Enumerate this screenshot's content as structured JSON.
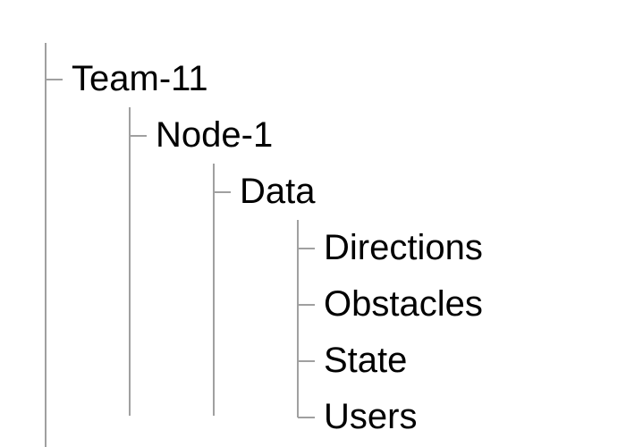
{
  "tree": {
    "root": "Team-11",
    "child": "Node-1",
    "grandchild": "Data",
    "leaves": [
      "Directions",
      "Obstacles",
      "State",
      "Users"
    ]
  }
}
